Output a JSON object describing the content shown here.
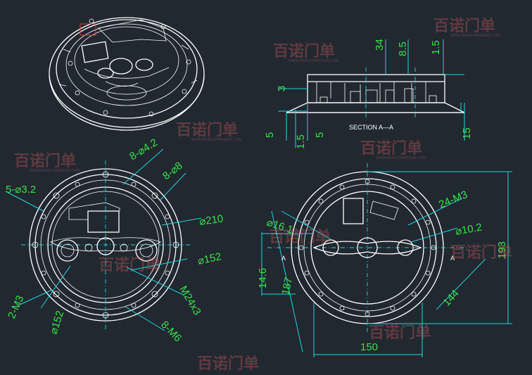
{
  "dimensions": {
    "top_34": "34",
    "top_8_5": "8.5",
    "top_1_5": "1.5",
    "left_3": "3",
    "left_5_a": "5",
    "left_1_5": "1.5",
    "left_5_b": "5",
    "right_15": "15",
    "section_label": "SECTION A—A",
    "holes_8_4_2": "8-⌀4.2",
    "holes_8_8": "8-⌀8",
    "holes_5_3_2": "5-⌀3.2",
    "dia_210": "⌀210",
    "dia_152_a": "⌀152",
    "dia_152_b": "⌀152",
    "thread_m24": "M24x3",
    "thread_2_m3": "2-M3",
    "thread_8_m6": "8-M6",
    "dia_16_1": "⌀16.1",
    "thread_24_m3": "24-M3",
    "dia_10_2": "⌀10.2",
    "dim_14_6": "14.6",
    "dim_187": "187",
    "dim_193": "193",
    "dim_144": "144",
    "dim_150": "150",
    "section_mark_left": "A",
    "section_mark_right": "A"
  },
  "watermark": {
    "text": "百诺门单",
    "subtext": "WWW.BAINUOMENDAN.COM"
  },
  "colors": {
    "background": "#212830",
    "geometry": "#ffffff",
    "centerline": "#22d6dc",
    "dimension_text": "#39e24a",
    "watermark": "#ff6a6a"
  }
}
